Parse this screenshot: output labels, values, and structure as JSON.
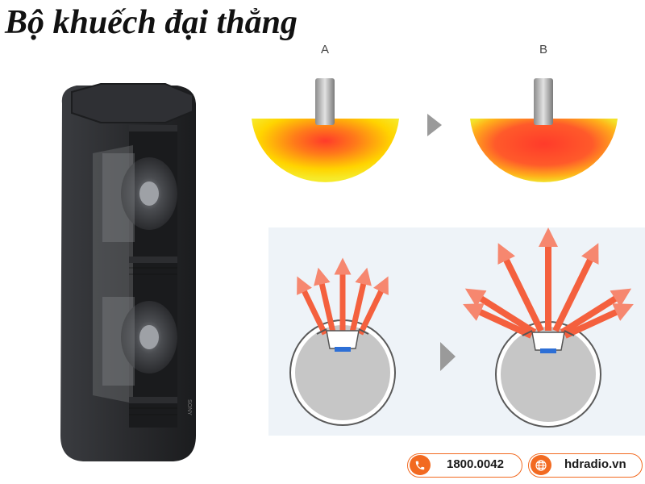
{
  "title": "Bộ khuếch đại thẳng",
  "labels": {
    "a": "A",
    "b": "B"
  },
  "speaker": {
    "brand": "SONY"
  },
  "contact": {
    "phone": "1800.0042",
    "website": "hdradio.vn"
  },
  "colors": {
    "accent": "#f26a21",
    "heat_core": "#ff3b2a",
    "heat_edge": "#ffe600",
    "arrow": "#f2553b",
    "panel_bg": "#eef3f8"
  },
  "icons": {
    "phone": "phone-icon",
    "globe": "globe-icon",
    "arrow": "triangle-right-icon"
  }
}
